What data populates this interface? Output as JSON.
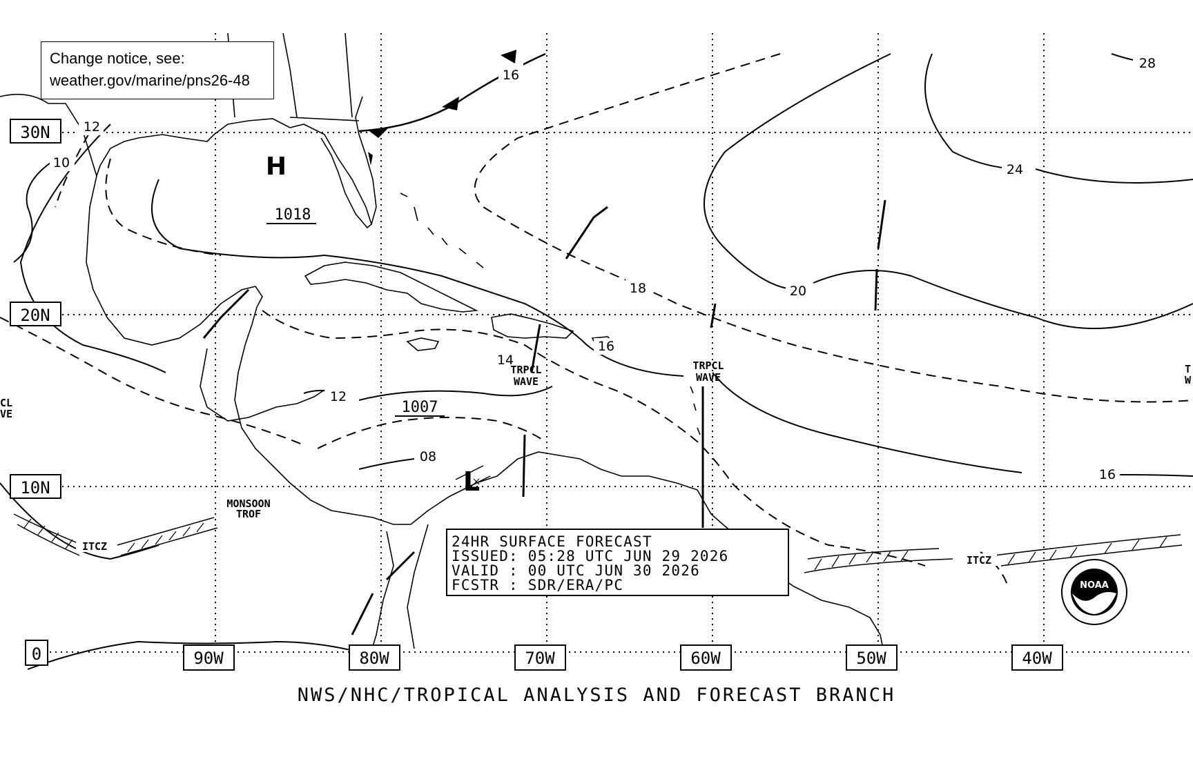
{
  "notice": {
    "line1": "Change notice, see:",
    "line2": "weather.gov/marine/pns26-48"
  },
  "lat_labels": [
    "30N",
    "20N",
    "10N",
    "0"
  ],
  "lon_labels": [
    "90W",
    "80W",
    "70W",
    "60W",
    "50W",
    "40W"
  ],
  "pressure_centers": [
    {
      "type": "H",
      "value": "1018"
    },
    {
      "type": "",
      "value": "1007"
    },
    {
      "type": "L",
      "value": ""
    }
  ],
  "isobar_labels": [
    "28",
    "24",
    "20",
    "18",
    "16",
    "16",
    "16",
    "14",
    "12",
    "12",
    "10",
    "08"
  ],
  "feature_labels": {
    "tropical_wave_1": [
      "TRPCL",
      "WAVE"
    ],
    "tropical_wave_2": [
      "TRPCL",
      "WAVE"
    ],
    "tropical_wave_west_partial": [
      "CL",
      "VE"
    ],
    "tropical_wave_east_partial": [
      "T",
      "W"
    ],
    "monsoon_trough": [
      "MONSOON",
      "TROF"
    ],
    "itcz_west": "ITCZ",
    "itcz_east": "ITCZ"
  },
  "forecast_box": {
    "line1": "24HR SURFACE FORECAST",
    "line2": "ISSUED: 05:28 UTC JUN 29 2026",
    "line3": "VALID : 00 UTC JUN 30 2026",
    "line4": "FCSTR : SDR/ERA/PC"
  },
  "footer": "NWS/NHC/TROPICAL ANALYSIS AND FORECAST BRANCH",
  "logo": {
    "text": "NOAA"
  },
  "colors": {
    "ink": "#000000",
    "background": "#ffffff"
  }
}
